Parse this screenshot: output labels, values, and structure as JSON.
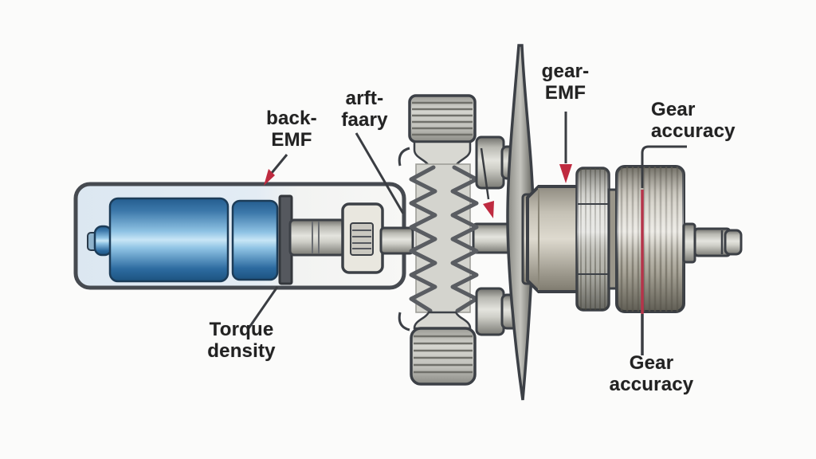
{
  "diagram": {
    "type": "technical-illustration",
    "subject": "electric motor with harmonic gear and gearhead assembly",
    "labels": {
      "back_emf": {
        "line1": "back-",
        "line2": "EMF"
      },
      "shaft_callout": {
        "line1": "arft-",
        "line2": "faary"
      },
      "gear_emf": {
        "line1": "gear-",
        "line2": "EMF"
      },
      "gear_accuracy_top": {
        "line1": "Gear",
        "line2": "accuracy"
      },
      "torque_density": {
        "line1": "Torque",
        "line2": "density"
      },
      "gear_accuracy_bottom": {
        "line1": "Gear",
        "line2": "accuracy"
      }
    },
    "colors": {
      "background": "#fbfbfa",
      "outline": "#3c4046",
      "motor_blue": "#2e6ca5",
      "motor_highlight": "#c8e6f6",
      "housing_fill": "#dce7f1",
      "metal_light": "#d8d8d2",
      "metal_dark": "#7a7a74",
      "accent_red": "#b5344a",
      "label_text": "#222222"
    }
  }
}
